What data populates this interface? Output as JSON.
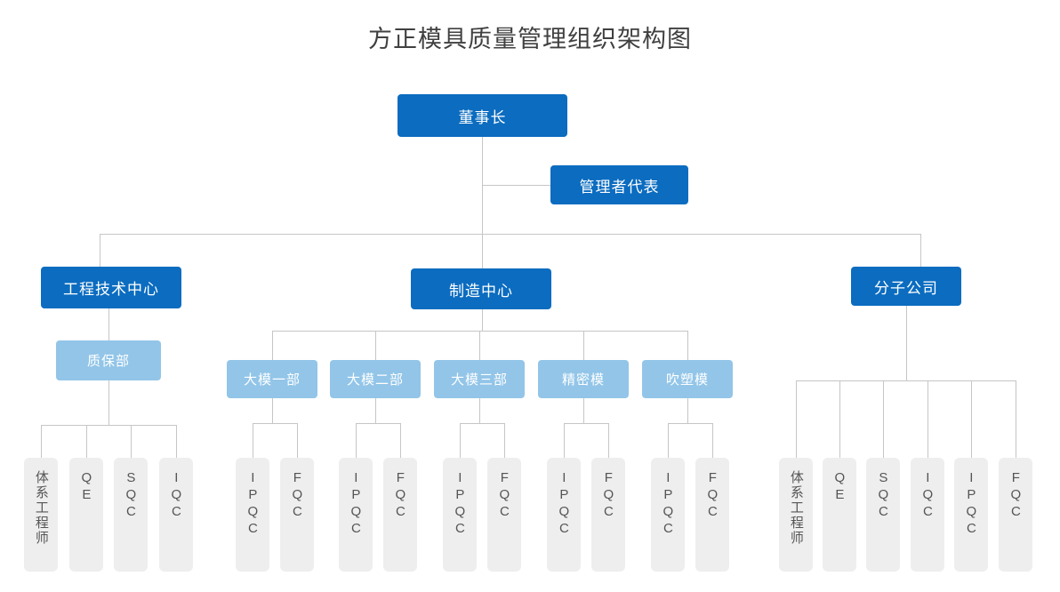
{
  "chart": {
    "title": "方正模具质量管理组织架构图",
    "type": "org-chart",
    "colors": {
      "primary": "#0b6cc0",
      "secondary": "#92c5e8",
      "leaf": "#eeeeee",
      "connector": "#c6c6c6",
      "title_text": "#404040",
      "leaf_text": "#555555",
      "node_text": "#ffffff",
      "background": "#ffffff"
    }
  },
  "nodes": {
    "chairman": {
      "label": "董事长"
    },
    "management_rep": {
      "label": "管理者代表"
    },
    "eng_center": {
      "label": "工程技术中心"
    },
    "mfg_center": {
      "label": "制造中心"
    },
    "subsidiary": {
      "label": "分子公司"
    },
    "qa_dept": {
      "label": "质保部"
    },
    "mold_1": {
      "label": "大模一部"
    },
    "mold_2": {
      "label": "大模二部"
    },
    "mold_3": {
      "label": "大模三部"
    },
    "precision_mold": {
      "label": "精密模"
    },
    "blow_mold": {
      "label": "吹塑模"
    }
  },
  "leaves": {
    "qa": [
      {
        "label": "体系工程师"
      },
      {
        "label": "QE"
      },
      {
        "label": "SQC"
      },
      {
        "label": "IQC"
      }
    ],
    "mold_1": [
      {
        "label": "IPQC"
      },
      {
        "label": "FQC"
      }
    ],
    "mold_2": [
      {
        "label": "IPQC"
      },
      {
        "label": "FQC"
      }
    ],
    "mold_3": [
      {
        "label": "IPQC"
      },
      {
        "label": "FQC"
      }
    ],
    "precision": [
      {
        "label": "IPQC"
      },
      {
        "label": "FQC"
      }
    ],
    "blow": [
      {
        "label": "IPQC"
      },
      {
        "label": "FQC"
      }
    ],
    "subsidiary": [
      {
        "label": "体系工程师"
      },
      {
        "label": "QE"
      },
      {
        "label": "SQC"
      },
      {
        "label": "IQC"
      },
      {
        "label": "IPQC"
      },
      {
        "label": "FQC"
      }
    ]
  }
}
